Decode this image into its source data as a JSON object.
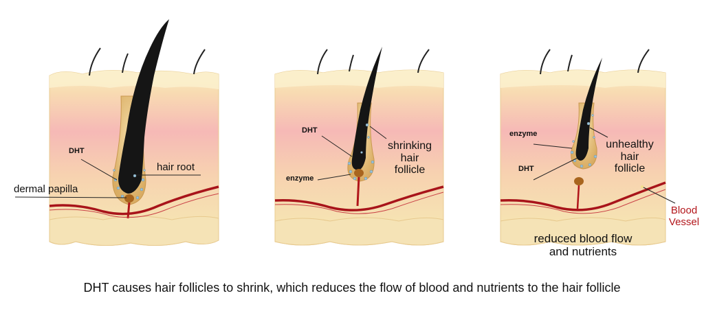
{
  "panels": [
    {
      "labels": {
        "dht": "DHT",
        "hair_root": "hair root",
        "dermal_papilla": "dermal papilla"
      }
    },
    {
      "labels": {
        "dht": "DHT",
        "enzyme": "enzyme",
        "follicle": "shrinking\nhair\nfollicle"
      }
    },
    {
      "labels": {
        "enzyme": "enzyme",
        "dht": "DHT",
        "follicle": "unhealthy\nhair\nfollicle",
        "blood_vessel": "Blood\nVessel",
        "note": "reduced blood flow\nand nutrients"
      }
    }
  ],
  "caption": "DHT causes hair follicles to shrink, which reduces the flow of blood and nutrients to the hair follicle",
  "colors": {
    "skin_top": "#f9e7b4",
    "dermis_pink": "#f6b7b4",
    "skin_base": "#f3d89e",
    "hair": "#1a1a1a",
    "vessel": "#a8141a",
    "follicle": "#e9c987"
  }
}
